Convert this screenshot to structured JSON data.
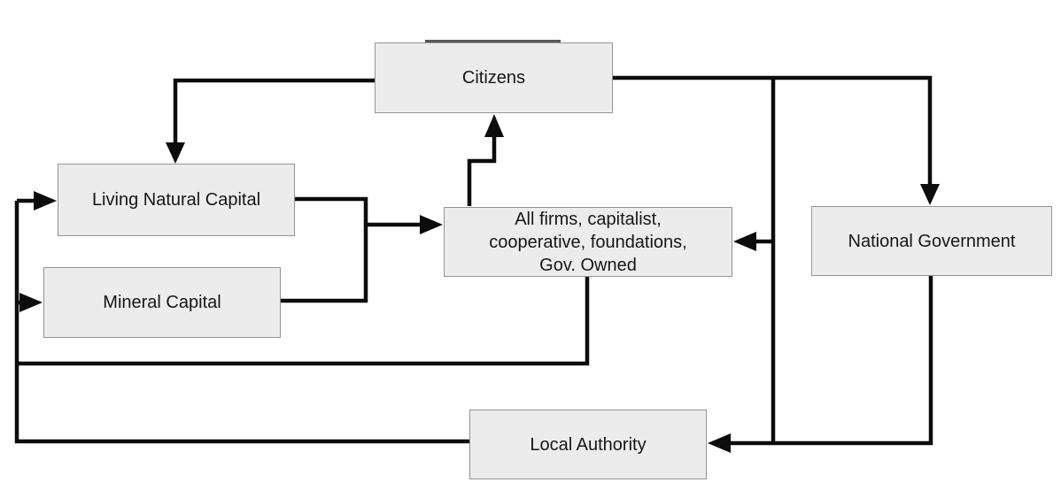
{
  "diagram": {
    "colors": {
      "background": "#ffffff",
      "node_fill": "#ececec",
      "node_border": "#949494",
      "line": "#0c0c0c",
      "text": "#161616"
    },
    "nodes": [
      {
        "id": "citizens",
        "label": "Citizens"
      },
      {
        "id": "living_natural_capital",
        "label": "Living Natural Capital"
      },
      {
        "id": "mineral_capital",
        "label": "Mineral Capital"
      },
      {
        "id": "firms",
        "label": "All firms, capitalist, cooperative, foundations, Gov. Owned",
        "label_lines": [
          "All firms, capitalist,",
          "cooperative, foundations,",
          "Gov. Owned"
        ]
      },
      {
        "id": "national_government",
        "label": "National Government"
      },
      {
        "id": "local_authority",
        "label": "Local Authority"
      }
    ],
    "edges": [
      {
        "from": "citizens",
        "to": "living_natural_capital"
      },
      {
        "from": "citizens",
        "to": "national_government"
      },
      {
        "from": "citizens",
        "to": "firms"
      },
      {
        "from": "citizens",
        "to": "local_authority"
      },
      {
        "from": "firms",
        "to": "citizens"
      },
      {
        "from": "living_natural_capital",
        "to": "firms"
      },
      {
        "from": "mineral_capital",
        "to": "firms"
      },
      {
        "from": "firms",
        "to": "living_natural_capital"
      },
      {
        "from": "firms",
        "to": "mineral_capital"
      },
      {
        "from": "local_authority",
        "to": "living_natural_capital"
      },
      {
        "from": "local_authority",
        "to": "mineral_capital"
      },
      {
        "from": "national_government",
        "to": "local_authority"
      }
    ]
  }
}
